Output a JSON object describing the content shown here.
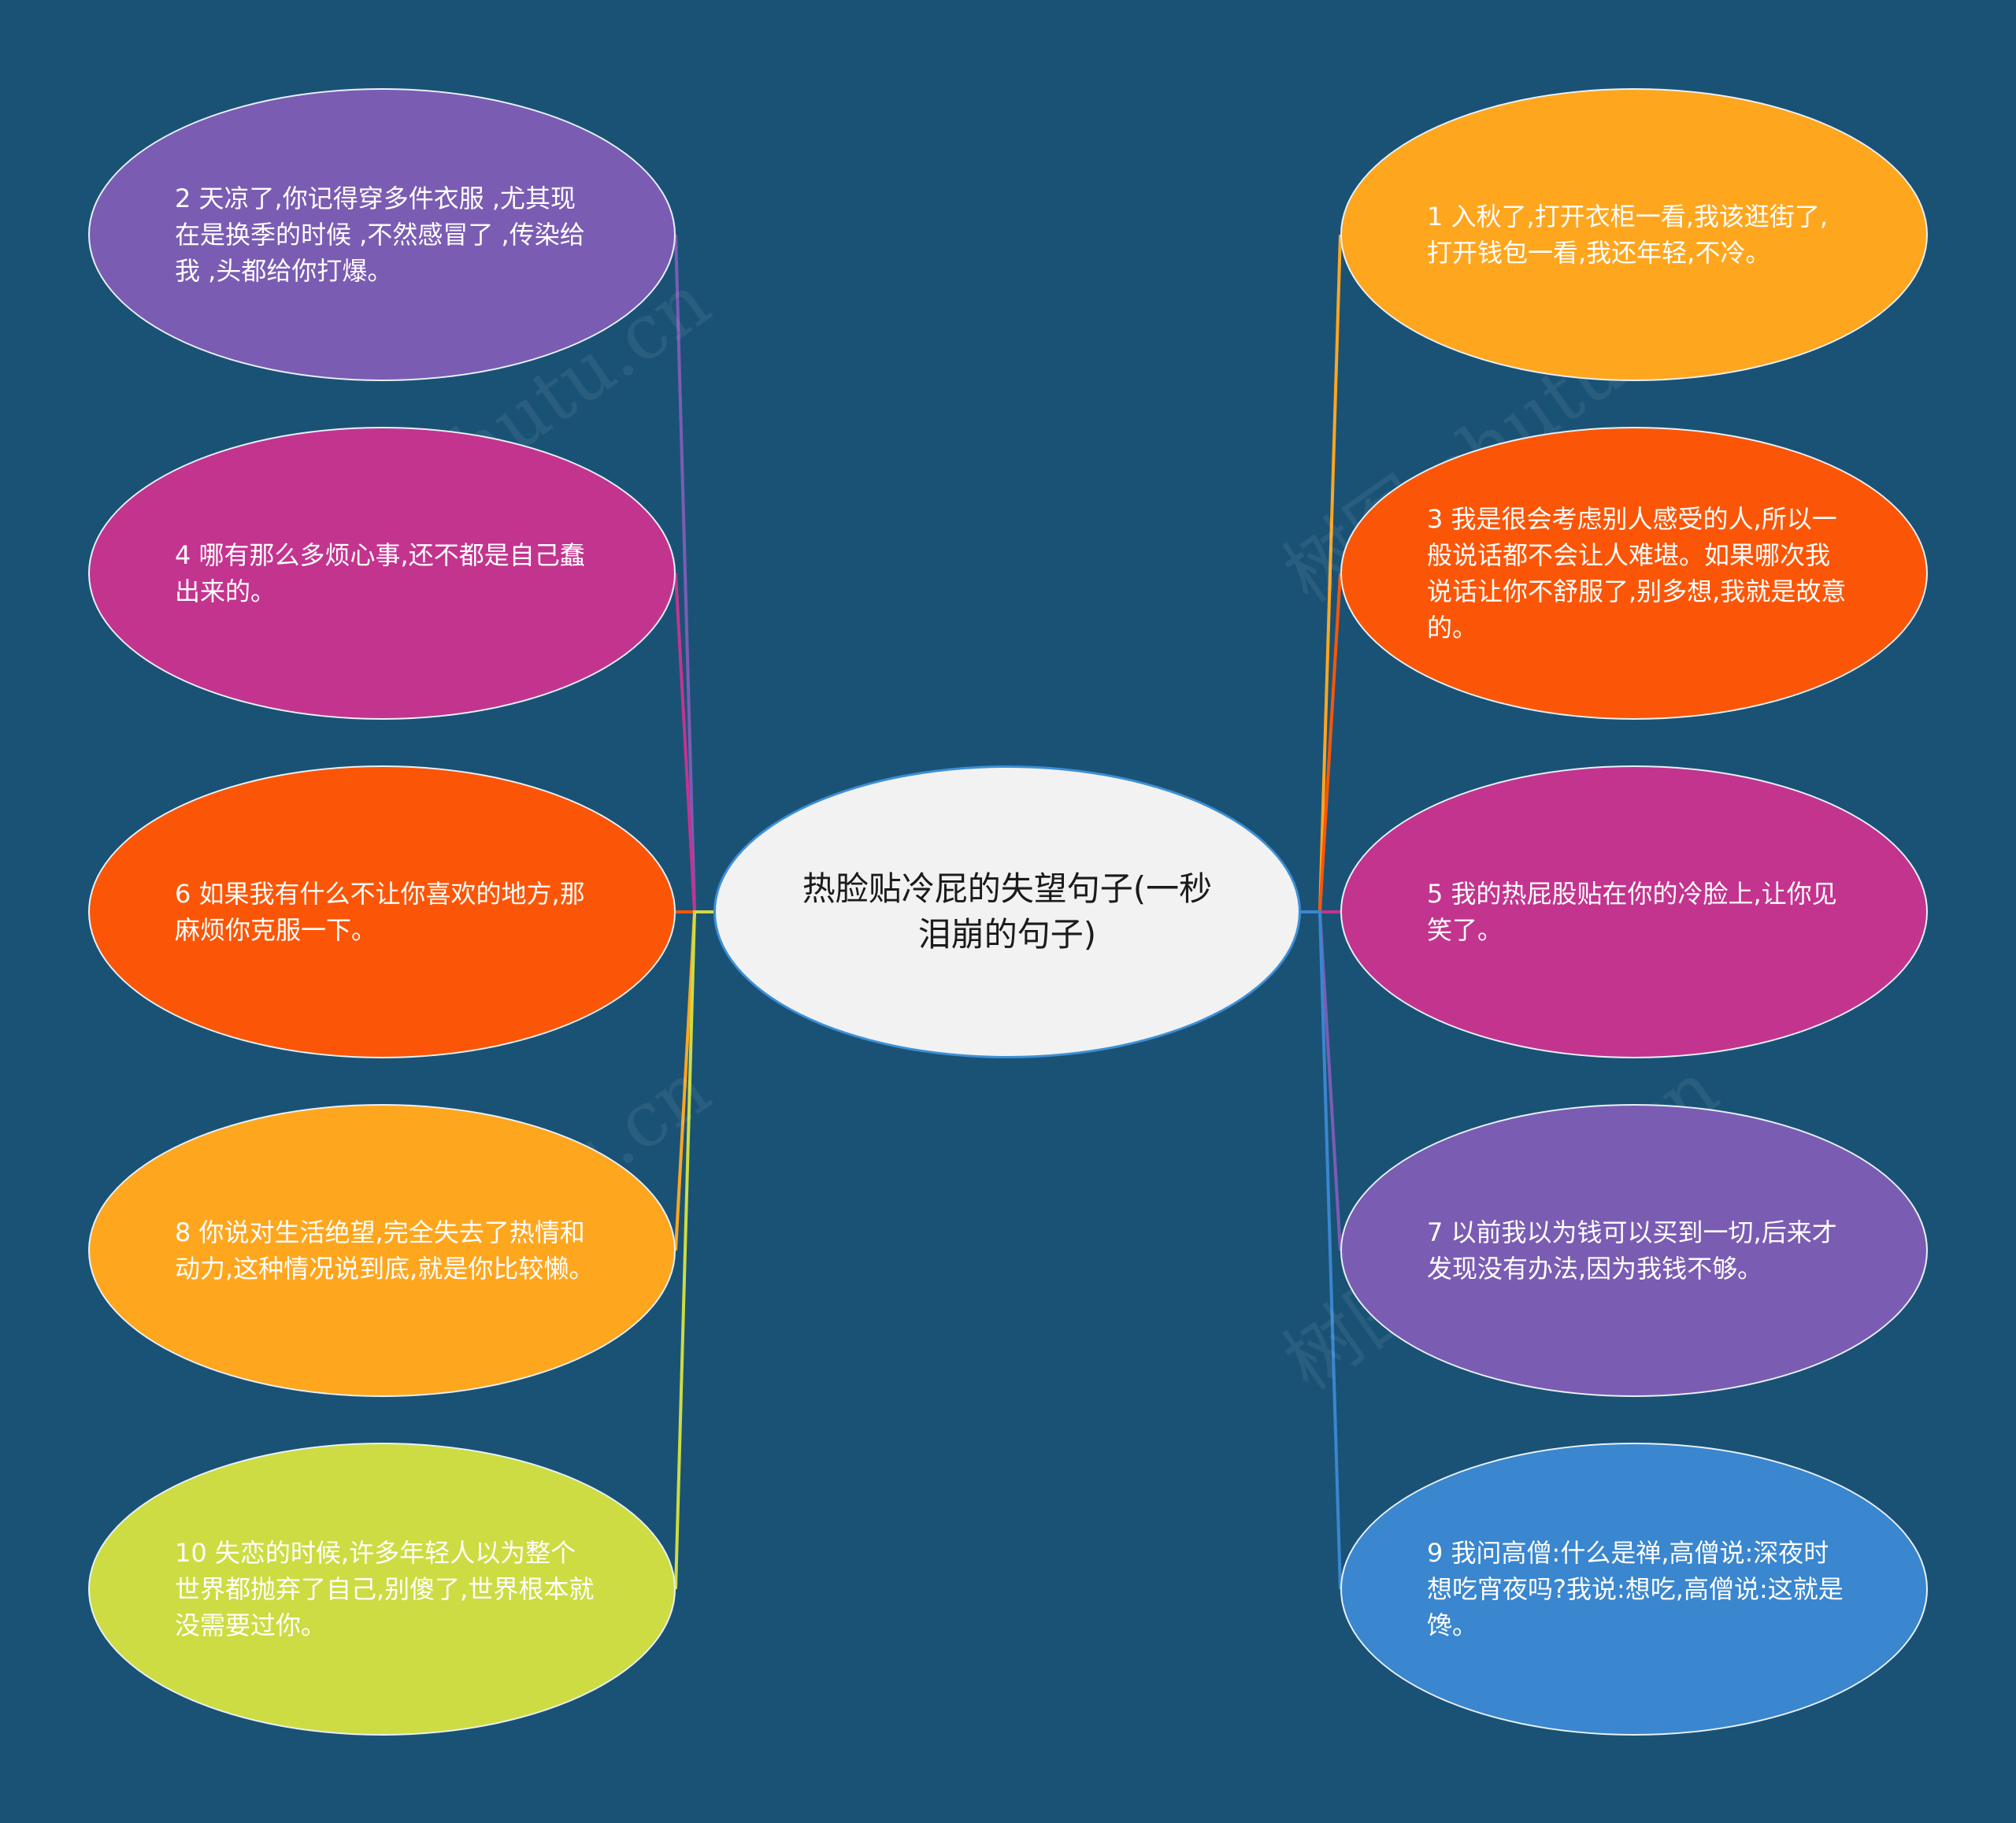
{
  "center": {
    "title": "热脸贴冷屁的失望句子(一秒泪崩的句子)",
    "color": "#f2f2f2",
    "border": "#3d8fd6"
  },
  "nodes": [
    {
      "id": "n2",
      "text": "2 天凉了,你记得穿多件衣服 ,尤其现在是换季的时候 ,不然感冒了 ,传染给我 ,头都给你打爆。",
      "color": "#7b5cb3",
      "side": "left"
    },
    {
      "id": "n4",
      "text": "4 哪有那么多烦心事,还不都是自己蠢出来的。",
      "color": "#c3348f",
      "side": "left"
    },
    {
      "id": "n6",
      "text": "6 如果我有什么不让你喜欢的地方,那麻烦你克服一下。",
      "color": "#fb5607",
      "side": "left"
    },
    {
      "id": "n8",
      "text": "8 你说对生活绝望,完全失去了热情和动力,这种情况说到底,就是你比较懒。",
      "color": "#ffa61f",
      "side": "left"
    },
    {
      "id": "n10",
      "text": "10 失恋的时候,许多年轻人以为整个世界都抛弃了自己,别傻了,世界根本就没需要过你。",
      "color": "#cddc42",
      "side": "left"
    },
    {
      "id": "n1",
      "text": "1 入秋了,打开衣柜一看,我该逛街了,打开钱包一看,我还年轻,不冷。",
      "color": "#ffa61f",
      "side": "right"
    },
    {
      "id": "n3",
      "text": "3 我是很会考虑别人感受的人,所以一般说话都不会让人难堪。如果哪次我说话让你不舒服了,别多想,我就是故意的。",
      "color": "#fb5607",
      "side": "right"
    },
    {
      "id": "n5",
      "text": "5 我的热屁股贴在你的冷脸上,让你见笑了。",
      "color": "#c3348f",
      "side": "right"
    },
    {
      "id": "n7",
      "text": "7 以前我以为钱可以买到一切,后来才发现没有办法,因为我钱不够。",
      "color": "#7b5cb3",
      "side": "right"
    },
    {
      "id": "n9",
      "text": "9 我问高僧:什么是禅,高僧说:深夜时想吃宵夜吗?我说:想吃,高僧说:这就是馋。",
      "color": "#3a86cf",
      "side": "right"
    }
  ],
  "watermarks": [
    "树图 shutu.cn",
    "树图 shutu.cn",
    "树图 shutu.cn",
    "树图 shutu.cn"
  ]
}
